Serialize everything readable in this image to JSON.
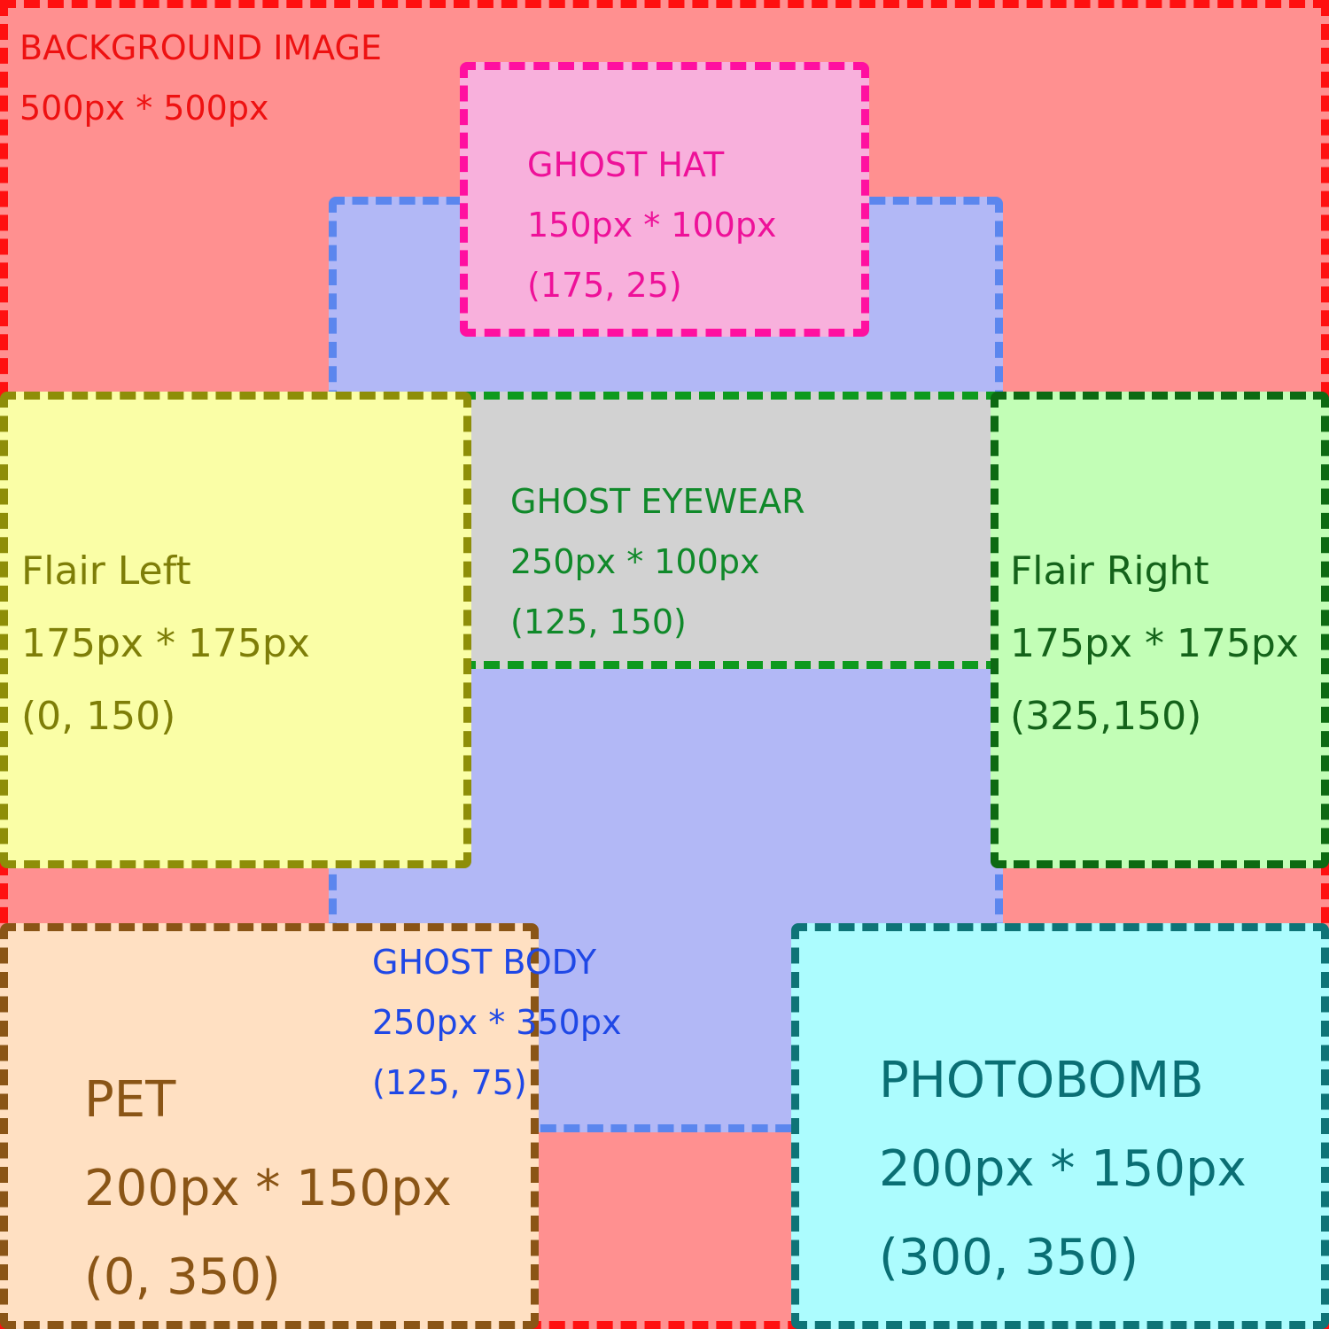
{
  "background": {
    "title": "BACKGROUND IMAGE",
    "size": "500px * 500px"
  },
  "ghost_hat": {
    "title": "GHOST HAT",
    "size": "150px * 100px",
    "position": "(175, 25)"
  },
  "ghost_eyewear": {
    "title": "GHOST EYEWEAR",
    "size": "250px * 100px",
    "position": "(125, 150)"
  },
  "flair_left": {
    "title": "Flair Left",
    "size": "175px * 175px",
    "position": "(0, 150)"
  },
  "flair_right": {
    "title": "Flair Right",
    "size": "175px * 175px",
    "position": "(325,150)"
  },
  "ghost_body": {
    "title": "GHOST BODY",
    "size": "250px * 350px",
    "position": "(125, 75)"
  },
  "pet": {
    "title": "PET",
    "size": "200px * 150px",
    "position": "(0, 350)"
  },
  "photobomb": {
    "title": "PHOTOBOMB",
    "size": "200px * 150px",
    "position": "(300, 350)"
  },
  "colors": {
    "background": "#ff9090",
    "ghost_hat": "#f8b0dc",
    "ghost_body": "#b2b8f6",
    "ghost_eyewear": "#d2d2d2",
    "flair_left": "#fafea6",
    "flair_right": "#c2feb6",
    "pet": "#ffe0c2",
    "photobomb": "#acfcfe"
  }
}
